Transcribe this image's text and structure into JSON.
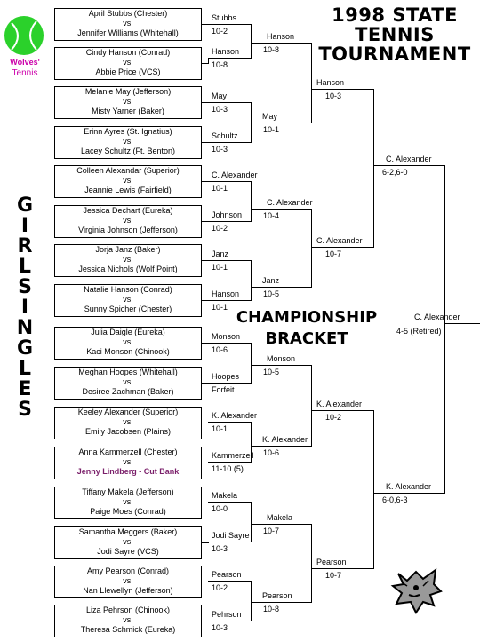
{
  "logo": {
    "line1": "Wolves'",
    "line2": "Tennis"
  },
  "title": [
    "1998 STATE",
    "TENNIS",
    "TOURNAMENT"
  ],
  "side_title": [
    "G",
    "I",
    "R",
    "L",
    "S",
    "I",
    "N",
    "G",
    "L",
    "E",
    "S"
  ],
  "bracket_title": [
    "CHAMPIONSHIP",
    "BRACKET"
  ],
  "vs": "vs.",
  "matches": [
    {
      "p1": "April Stubbs (Chester)",
      "p2": "Jennifer Williams (Whitehall)",
      "winner": "Stubbs",
      "score": "10-2"
    },
    {
      "p1": "Cindy Hanson (Conrad)",
      "p2": "Abbie Price (VCS)",
      "winner": "Hanson",
      "score": "10-8"
    },
    {
      "p1": "Melanie May (Jefferson)",
      "p2": "Misty Yarner (Baker)",
      "winner": "May",
      "score": "10-3"
    },
    {
      "p1": "Erinn Ayres (St. Ignatius)",
      "p2": "Lacey Schultz (Ft. Benton)",
      "winner": "Schultz",
      "score": "10-3"
    },
    {
      "p1": "Colleen Alexandar (Superior)",
      "p2": "Jeannie Lewis (Fairfield)",
      "winner": "C. Alexander",
      "score": "10-1"
    },
    {
      "p1": "Jessica Dechart (Eureka)",
      "p2": "Virginia Johnson (Jefferson)",
      "winner": "Johnson",
      "score": "10-2"
    },
    {
      "p1": "Jorja Janz (Baker)",
      "p2": "Jessica Nichols (Wolf Point)",
      "winner": "Janz",
      "score": "10-1"
    },
    {
      "p1": "Natalie Hanson (Conrad)",
      "p2": "Sunny Spicher (Chester)",
      "winner": "Hanson",
      "score": "10-1"
    },
    {
      "p1": "Julia Daigle (Eureka)",
      "p2": "Kaci Monson (Chinook)",
      "winner": "Monson",
      "score": "10-6"
    },
    {
      "p1": "Meghan Hoopes (Whitehall)",
      "p2": "Desiree Zachman (Baker)",
      "winner": "Hoopes",
      "score": "Forfeit"
    },
    {
      "p1": "Keeley Alexander (Superior)",
      "p2": "Emily Jacobsen (Plains)",
      "winner": "K. Alexander",
      "score": "10-1"
    },
    {
      "p1": "Anna Kammerzell (Chester)",
      "p2": "Jenny Lindberg - Cut Bank",
      "winner": "Kammerzell",
      "score": "11-10 (5)"
    },
    {
      "p1": "Tiffany Makela (Jefferson)",
      "p2": "Paige Moes (Conrad)",
      "winner": "Makela",
      "score": "10-0"
    },
    {
      "p1": "Samantha Meggers (Baker)",
      "p2": "Jodi Sayre (VCS)",
      "winner": "Jodi Sayre",
      "score": "10-3"
    },
    {
      "p1": "Amy Pearson (Conrad)",
      "p2": "Nan Llewellyn (Jefferson)",
      "winner": "Pearson",
      "score": "10-2"
    },
    {
      "p1": "Liza Pehrson (Chinook)",
      "p2": "Theresa Schmick (Eureka)",
      "winner": "Pehrson",
      "score": "10-3"
    }
  ],
  "round2": [
    {
      "winner": "Hanson",
      "score": "10-8"
    },
    {
      "winner": "May",
      "score": "10-1"
    },
    {
      "winner": "C. Alexander",
      "score": "10-4"
    },
    {
      "winner": "Janz",
      "score": "10-5"
    },
    {
      "winner": "Monson",
      "score": "10-5"
    },
    {
      "winner": "K. Alexander",
      "score": "10-6"
    },
    {
      "winner": "Makela",
      "score": "10-7"
    },
    {
      "winner": "Pearson",
      "score": "10-8"
    }
  ],
  "round3": [
    {
      "winner": "Hanson",
      "score": "10-3"
    },
    {
      "winner": "C. Alexander",
      "score": "10-7"
    },
    {
      "winner": "K. Alexander",
      "score": "10-2"
    },
    {
      "winner": "Pearson",
      "score": "10-7"
    }
  ],
  "round4": [
    {
      "winner": "C. Alexander",
      "score": "6-2,6-0"
    },
    {
      "winner": "K. Alexander",
      "score": "6-0,6-3"
    }
  ],
  "final": {
    "winner": "C. Alexander",
    "score": "4-5 (Retired)"
  }
}
